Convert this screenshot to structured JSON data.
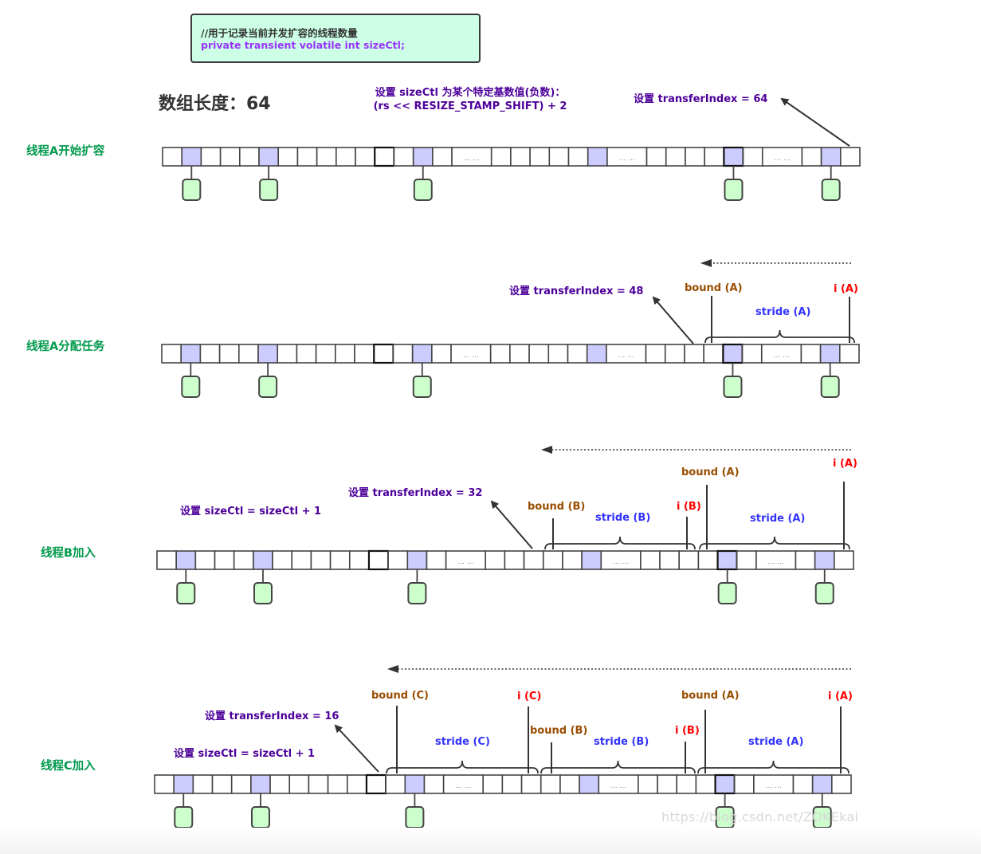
{
  "note": {
    "comment": "//用于记录当前并发扩容的线程数量",
    "code": "private transient volatile int sizeCtl;"
  },
  "array_length_title": "数组长度：64",
  "array": {
    "cells": [
      "w",
      "b",
      "w",
      "w",
      "w",
      "b",
      "w",
      "w",
      "w",
      "w",
      "w",
      "k",
      "w",
      "b",
      "w",
      "e",
      "w",
      "w",
      "w",
      "w",
      "w",
      "b",
      "e",
      "w",
      "w",
      "w",
      "w",
      "kb",
      "w",
      "e",
      "w",
      "b",
      "w"
    ],
    "ellipsis_text": "... ...",
    "bucket_node_cells": [
      1,
      5,
      13,
      27,
      31
    ]
  },
  "colors": {
    "bucket": "#ccccff",
    "node": "#ccffcc",
    "note_bg": "#ccffe6",
    "purple": "#4c0099",
    "brown": "#994c00",
    "red": "#ff0000",
    "blue": "#3333ff",
    "green": "#00994c"
  },
  "stages": [
    {
      "label": "线程A开始扩容",
      "annotations": {
        "sizectl_line1": "设置 sizeCtl 为某个特定基数值(负数)：",
        "sizectl_line2": "(rs << RESIZE_STAMP_SHIFT) + 2",
        "transfer_index": "设置 transferIndex = 64"
      }
    },
    {
      "label": "线程A分配任务",
      "annotations": {
        "transfer_index": "设置 transferIndex = 48",
        "bound_a": "bound (A)",
        "i_a": "i (A)",
        "stride_a": "stride (A)"
      }
    },
    {
      "label": "线程B加入",
      "annotations": {
        "sizectl": "设置 sizeCtl = sizeCtl + 1",
        "transfer_index": "设置 transferIndex = 32",
        "bound_b": "bound (B)",
        "stride_b": "stride (B)",
        "i_b": "i (B)",
        "bound_a": "bound (A)",
        "i_a": "i (A)",
        "stride_a": "stride (A)"
      }
    },
    {
      "label": "线程C加入",
      "annotations": {
        "transfer_index": "设置 transferIndex = 16",
        "sizectl": "设置 sizeCtl = sizeCtl + 1",
        "bound_c": "bound (C)",
        "i_c": "i (C)",
        "stride_c": "stride (C)",
        "bound_b": "bound (B)",
        "i_b": "i (B)",
        "stride_b": "stride (B)",
        "bound_a": "bound (A)",
        "i_a": "i (A)",
        "stride_a": "stride (A)"
      }
    }
  ],
  "watermark": "https://blog.csdn.net/ZOKEkai"
}
